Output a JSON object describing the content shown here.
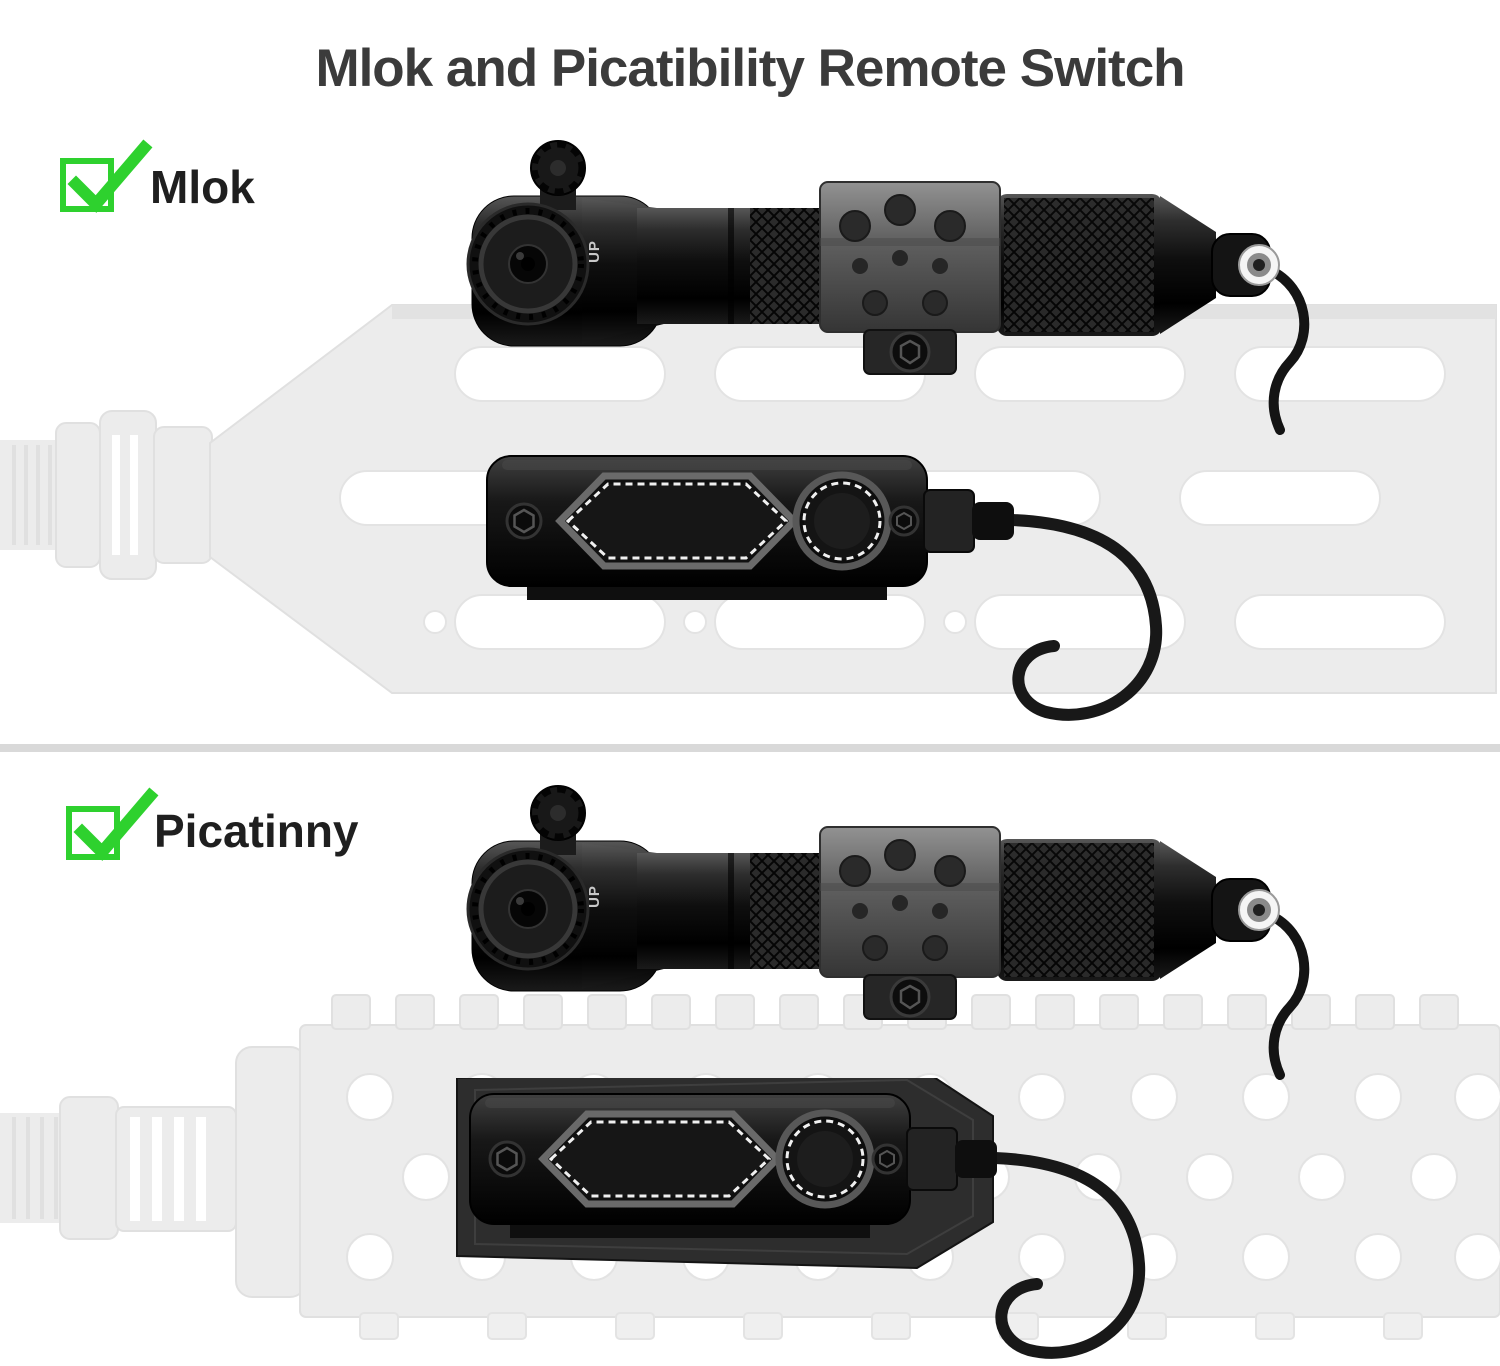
{
  "title": "Mlok and Picatibility Remote Switch",
  "sections": [
    {
      "label": "Mlok",
      "checkbox": {
        "checked": true,
        "icon": "check-icon"
      },
      "rail_type": "M-LOK rail",
      "images": [
        "offset-mount-flashlight",
        "remote-pressure-switch"
      ]
    },
    {
      "label": "Picatinny",
      "checkbox": {
        "checked": true,
        "icon": "check-icon"
      },
      "rail_type": "Picatinny rail",
      "images": [
        "offset-mount-flashlight",
        "remote-pressure-switch-on-plate"
      ]
    }
  ],
  "device": {
    "marking_up": "UP"
  },
  "colors": {
    "accent_green": "#2ed12e",
    "title_text": "#3b3b3b",
    "label_text": "#1f1f1f",
    "divider": "#d9d9d9",
    "ghost_rail": "#ececec",
    "background": "#ffffff"
  }
}
